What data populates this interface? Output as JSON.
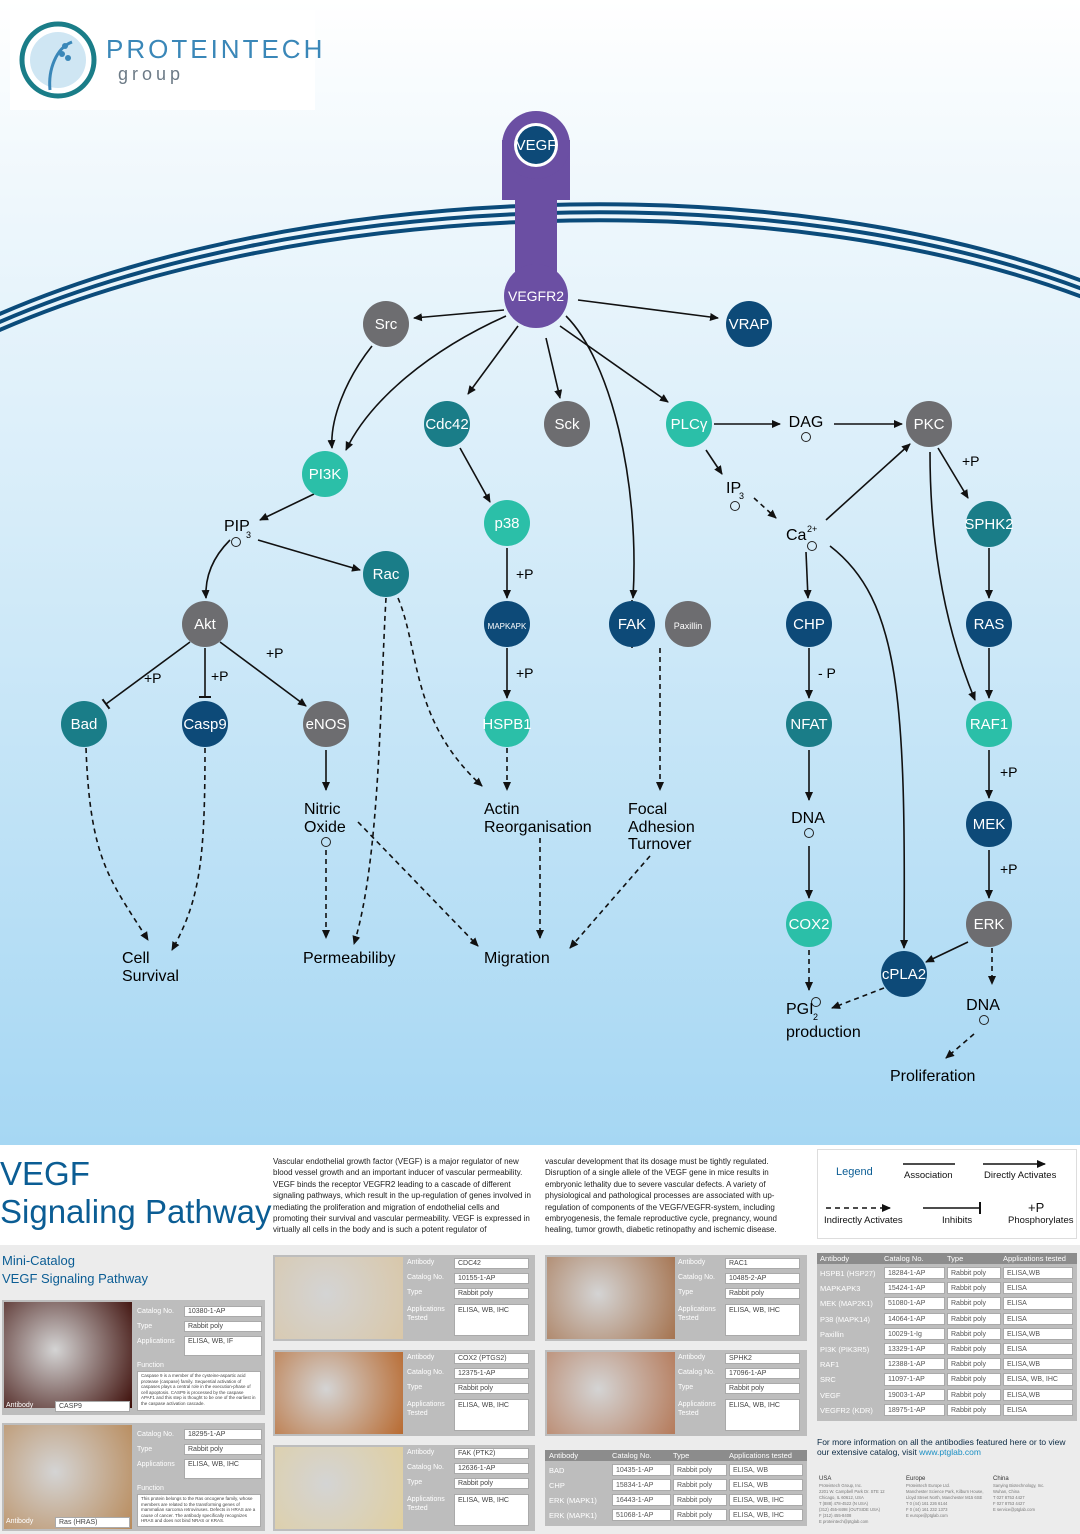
{
  "logo": {
    "name": "PROTEINTECH",
    "sub": "group"
  },
  "colors": {
    "dark_blue": "#0d4a78",
    "teal": "#1a7d88",
    "mint": "#2bbfa8",
    "gray": "#6d6d70",
    "purple": "#6b4fa3",
    "title_blue": "#0b5d94"
  },
  "nodes": [
    {
      "id": "vegf",
      "label": "VEGF",
      "color": "dark"
    },
    {
      "id": "vegfr2",
      "label": "VEGFR2",
      "color": "purple"
    },
    {
      "id": "src",
      "label": "Src",
      "color": "gray"
    },
    {
      "id": "vrap",
      "label": "VRAP",
      "color": "dark"
    },
    {
      "id": "cdc42",
      "label": "Cdc42",
      "color": "teal"
    },
    {
      "id": "sck",
      "label": "Sck",
      "color": "gray"
    },
    {
      "id": "plcg",
      "label": "PLCγ",
      "color": "mint"
    },
    {
      "id": "pkc",
      "label": "PKC",
      "color": "gray"
    },
    {
      "id": "pi3k",
      "label": "PI3K",
      "color": "mint"
    },
    {
      "id": "p38",
      "label": "p38",
      "color": "mint"
    },
    {
      "id": "sphk2",
      "label": "SPHK2",
      "color": "teal"
    },
    {
      "id": "rac",
      "label": "Rac",
      "color": "teal"
    },
    {
      "id": "akt",
      "label": "Akt",
      "color": "gray"
    },
    {
      "id": "mapkapk",
      "label": "MAPKAPK",
      "color": "dark"
    },
    {
      "id": "fak",
      "label": "FAK",
      "color": "dark"
    },
    {
      "id": "paxillin",
      "label": "Paxillin",
      "color": "gray"
    },
    {
      "id": "chp",
      "label": "CHP",
      "color": "dark"
    },
    {
      "id": "ras",
      "label": "RAS",
      "color": "dark"
    },
    {
      "id": "bad",
      "label": "Bad",
      "color": "teal"
    },
    {
      "id": "casp9",
      "label": "Casp9",
      "color": "dark"
    },
    {
      "id": "enos",
      "label": "eNOS",
      "color": "gray"
    },
    {
      "id": "hspb1",
      "label": "HSPB1",
      "color": "mint"
    },
    {
      "id": "nfat",
      "label": "NFAT",
      "color": "teal"
    },
    {
      "id": "raf1",
      "label": "RAF1",
      "color": "mint"
    },
    {
      "id": "mek",
      "label": "MEK",
      "color": "dark"
    },
    {
      "id": "cox2",
      "label": "COX2",
      "color": "mint"
    },
    {
      "id": "erk",
      "label": "ERK",
      "color": "gray"
    },
    {
      "id": "cpla2",
      "label": "cPLA2",
      "color": "dark"
    }
  ],
  "molecules": {
    "dag": "DAG",
    "ip3": "IP",
    "ip3_sub": "3",
    "ca": "Ca",
    "ca_sup": "2+",
    "pip3": "PIP",
    "pip3_sub": "3",
    "nitric1": "Nitric",
    "nitric2": "Oxide",
    "dna1": "DNA",
    "dna2": "DNA",
    "pgi1": "PGI",
    "pgi_sub": "2",
    "pgi2": "production"
  },
  "outcomes": {
    "actin1": "Actin",
    "actin2": "Reorganisation",
    "focal1": "Focal",
    "focal2": "Adhesion",
    "focal3": "Turnover",
    "cell1": "Cell",
    "cell2": "Survival",
    "perm": "Permeabiliby",
    "migration": "Migration",
    "prolif": "Proliferation"
  },
  "marks": {
    "p": "+P",
    "mp": "- P"
  },
  "title": {
    "line1": "VEGF",
    "line2": "Signaling Pathway"
  },
  "description": {
    "col1": "Vascular endothelial growth factor (VEGF) is a major regulator of new blood vessel growth and an important inducer of vascular permeability. VEGF binds the receptor VEGFR2 leading to a cascade of different signaling pathways, which result in the up-regulation of genes involved in mediating the proliferation and migration of endothelial cells and promoting their survival and vascular permeability. VEGF is expressed in virtually all cells in the body and is such a potent regulator of",
    "col2": "vascular development that its dosage must be tightly regulated. Disruption of a single allele of the VEGF gene in mice results in embryonic lethality due to severe vascular defects. A variety of physiological and pathological processes are associated with up-regulation of components of the VEGF/VEGFR-system, including embryogenesis, the female reproductive cycle, pregnancy, wound healing, tumor growth, diabetic retinopathy and ischemic disease."
  },
  "legend": {
    "title": "Legend",
    "association": "Association",
    "direct": "Directly Activates",
    "indirect": "Indirectly Activates",
    "inhibits": "Inhibits",
    "phos_mark": "+P",
    "phos": "Phosphorylates"
  },
  "mini_catalog": {
    "line1": "Mini-Catalog",
    "line2": "VEGF Signaling Pathway"
  },
  "field_labels": {
    "antibody": "Antibody",
    "catalog": "Catalog No.",
    "type": "Type",
    "apps": "Applications",
    "tested": "Tested",
    "apps_tested": "Applications tested",
    "function": "Function"
  },
  "cards": [
    {
      "antibody": "CASP9",
      "catalog": "10380-1-AP",
      "type": "Rabbit poly",
      "apps": "ELISA, WB, IF",
      "function": "Caspase 9 is a member of the cysteine-aspartic acid protease (caspase) family. Sequential activation of caspases plays a central role in the execution-phase of cell apoptosis. CASP9 is processed by the caspase APAF1 and this step is thought to be one of the earliest in the caspase activation cascade."
    },
    {
      "antibody": "Ras (HRAS)",
      "catalog": "18295-1-AP",
      "type": "Rabbit poly",
      "apps": "ELISA, WB, IHC",
      "function": "This protein belongs to the Ras oncogene family, whose members are related to the transforming genes of mammalian sarcoma retroviruses. Defects in HRAS are a cause of cancer. The antibody specifically recognizes HRAS and does not bind NRAS or KRAS."
    },
    {
      "antibody": "CDC42",
      "catalog": "10155-1-AP",
      "type": "Rabbit poly",
      "apps": "ELISA, WB, IHC"
    },
    {
      "antibody": "COX2 (PTGS2)",
      "catalog": "12375-1-AP",
      "type": "Rabbit poly",
      "apps": "ELISA, WB, IHC"
    },
    {
      "antibody": "FAK (PTK2)",
      "catalog": "12636-1-AP",
      "type": "Rabbit poly",
      "apps": "ELISA, WB, IHC"
    },
    {
      "antibody": "RAC1",
      "catalog": "10485-2-AP",
      "type": "Rabbit poly",
      "apps": "ELISA, WB, IHC"
    },
    {
      "antibody": "SPHK2",
      "catalog": "17096-1-AP",
      "type": "Rabbit poly",
      "apps": "ELISA, WB, IHC"
    }
  ],
  "table_small": [
    {
      "antibody": "BAD",
      "catalog": "10435-1-AP",
      "type": "Rabbit poly",
      "apps": "ELISA, WB"
    },
    {
      "antibody": "CHP",
      "catalog": "15834-1-AP",
      "type": "Rabbit poly",
      "apps": "ELISA, WB"
    },
    {
      "antibody": "ERK (MAPK1)",
      "catalog": "16443-1-AP",
      "type": "Rabbit poly",
      "apps": "ELISA, WB, IHC"
    },
    {
      "antibody": "ERK (MAPK1)",
      "catalog": "51068-1-AP",
      "type": "Rabbit poly",
      "apps": "ELISA, WB, IHC"
    }
  ],
  "table_big": [
    {
      "antibody": "HSPB1 (HSP27)",
      "catalog": "18284-1-AP",
      "type": "Rabbit poly",
      "apps": "ELISA,WB"
    },
    {
      "antibody": "MAPKAPK3",
      "catalog": "15424-1-AP",
      "type": "Rabbit poly",
      "apps": "ELISA"
    },
    {
      "antibody": "MEK (MAP2K1)",
      "catalog": "51080-1-AP",
      "type": "Rabbit poly",
      "apps": "ELISA"
    },
    {
      "antibody": "P38 (MAPK14)",
      "catalog": "14064-1-AP",
      "type": "Rabbit poly",
      "apps": "ELISA"
    },
    {
      "antibody": "Paxillin",
      "catalog": "10029-1-Ig",
      "type": "Rabbit poly",
      "apps": "ELISA,WB"
    },
    {
      "antibody": "PI3K (PIK3R5)",
      "catalog": "13329-1-AP",
      "type": "Rabbit poly",
      "apps": "ELISA"
    },
    {
      "antibody": "RAF1",
      "catalog": "12388-1-AP",
      "type": "Rabbit poly",
      "apps": "ELISA,WB"
    },
    {
      "antibody": "SRC",
      "catalog": "11097-1-AP",
      "type": "Rabbit poly",
      "apps": "ELISA, WB, IHC"
    },
    {
      "antibody": "VEGF",
      "catalog": "19003-1-AP",
      "type": "Rabbit poly",
      "apps": "ELISA,WB"
    },
    {
      "antibody": "VEGFR2 (KDR)",
      "catalog": "18975-1-AP",
      "type": "Rabbit poly",
      "apps": "ELISA"
    }
  ],
  "more_info": {
    "text": "For more information on all the antibodies featured here or to view our extensive catalog, visit",
    "url": "www.ptglab.com"
  },
  "addresses": [
    {
      "region": "USA",
      "lines": [
        "Proteintech Group, Inc.",
        "2201 W. Campbell Park Dr. STE 12",
        "Chicago, IL 60612, USA",
        "T (888) 478-4522 (N USA)",
        "(312) 455-8498 (OUTSIDE USA)",
        "F (312) 455-8408",
        "E proteintech@ptglab.com"
      ]
    },
    {
      "region": "Europe",
      "lines": [
        "Proteintech Europe Ltd.",
        "Manchester Science Park, Kilburn House,",
        "Lloyd Street North, Manchester M15 6SE",
        "T 0 (44) 161 226 6144",
        "F 0 (44) 161 232 1373",
        "E europe@ptglab.com"
      ]
    },
    {
      "region": "China",
      "lines": [
        "Sanying Biotechnology, Inc.",
        "Wuhan, China",
        "T 027 8753 4427",
        "F 027 8753 4427",
        "E service@ptglab.com"
      ]
    }
  ]
}
